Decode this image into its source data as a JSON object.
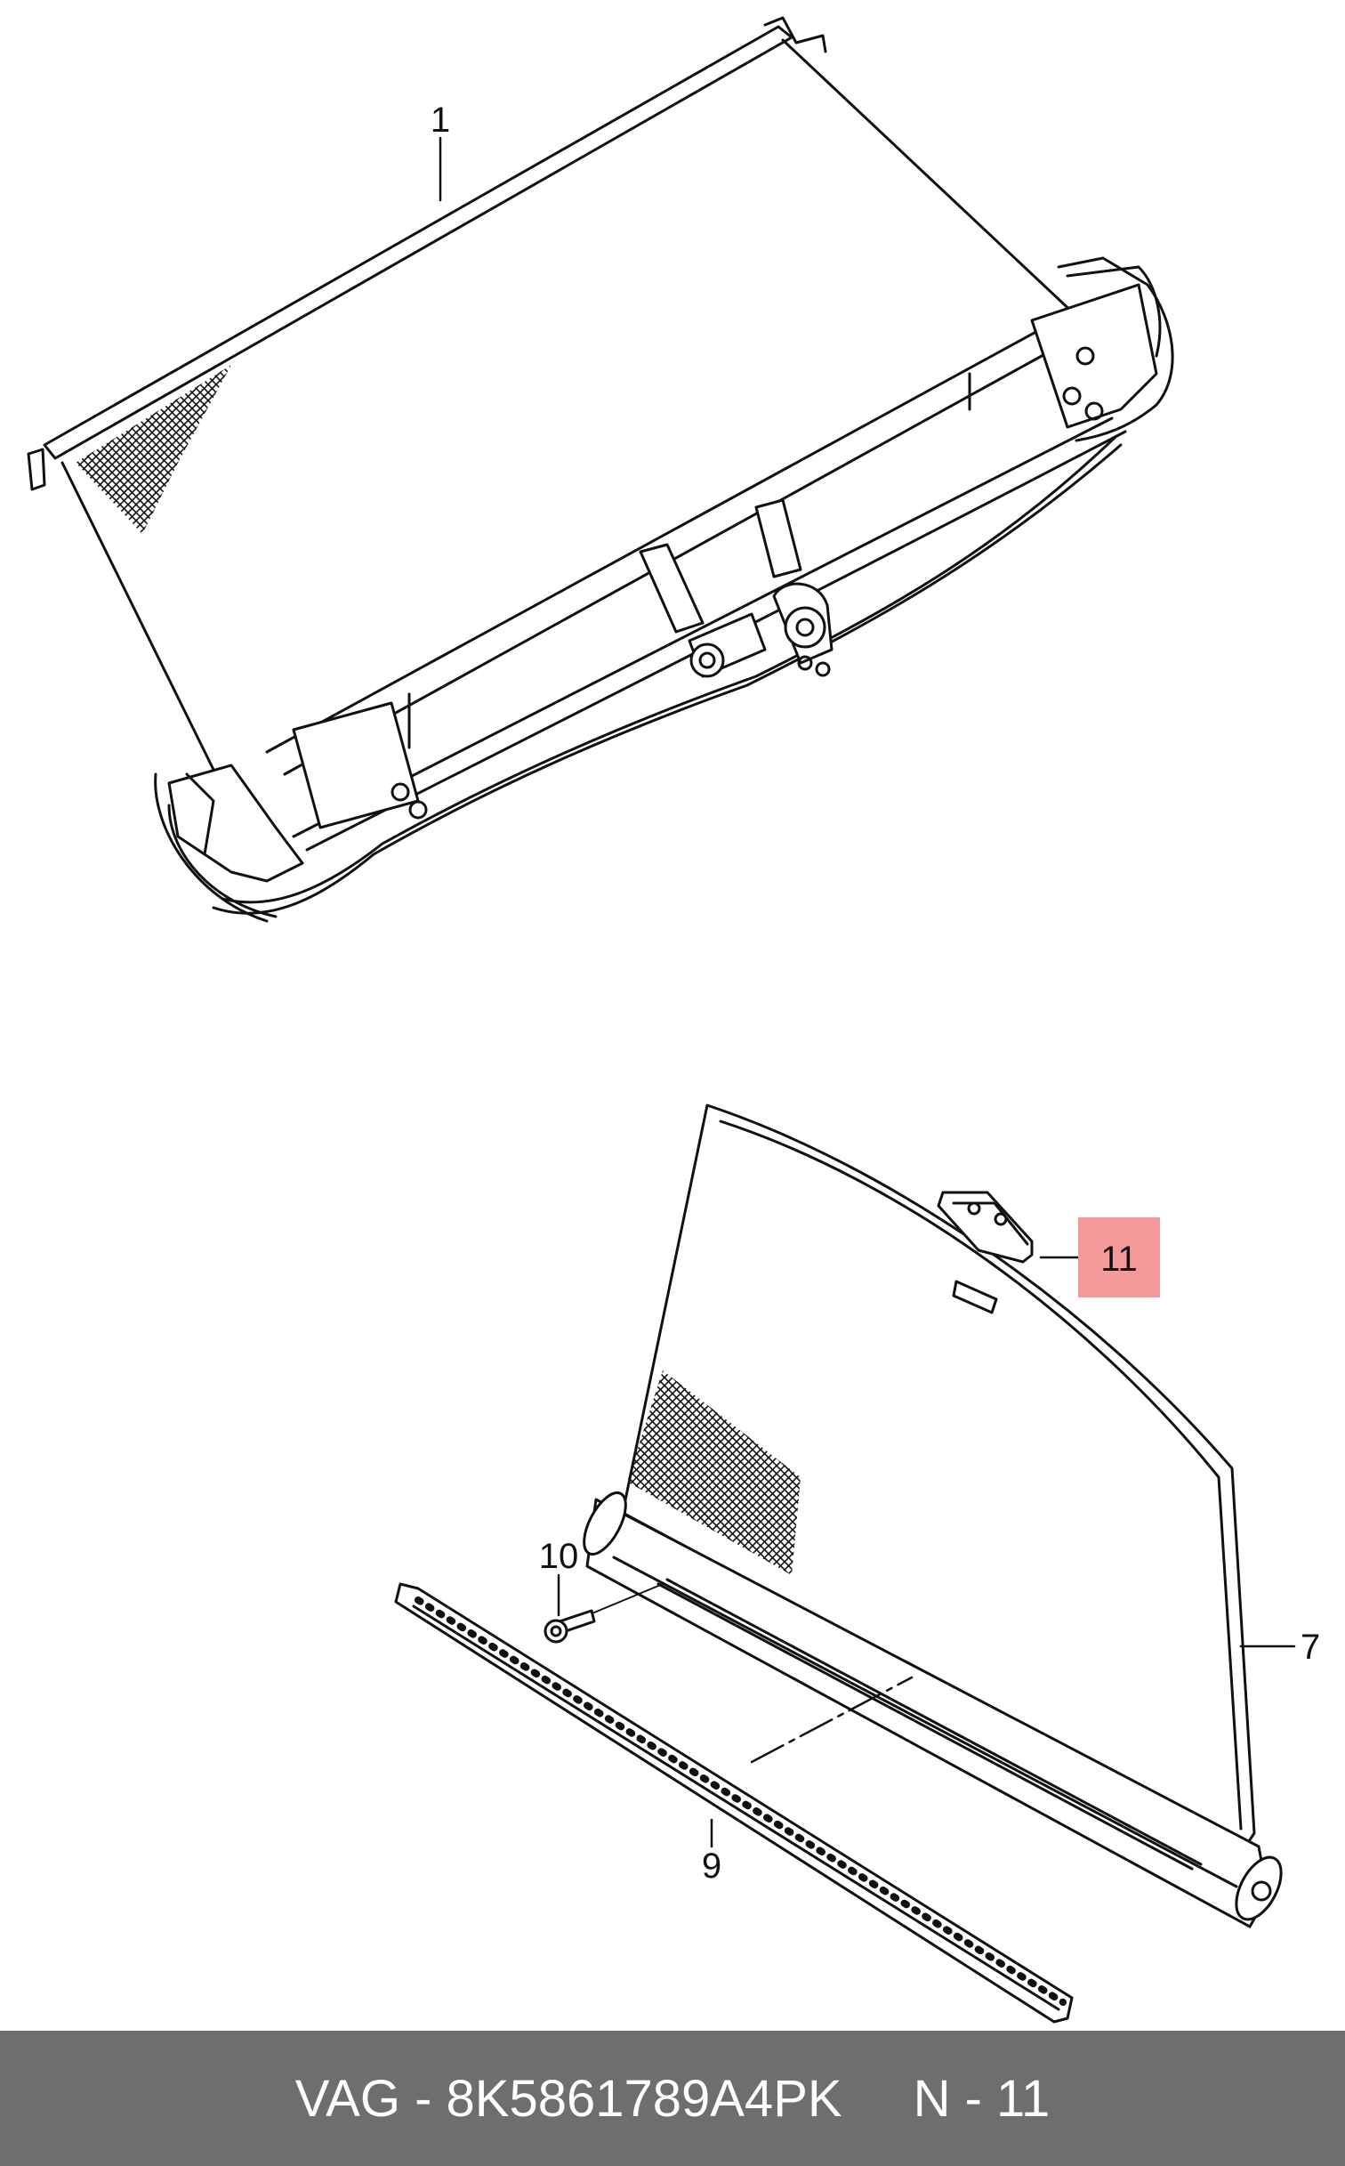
{
  "callouts": {
    "c1": "1",
    "c7": "7",
    "c9": "9",
    "c10": "10",
    "c11": "11"
  },
  "highlight_color": "#f59a9a",
  "footer": {
    "part_text": "VAG - 8K5861789A4PK",
    "ref_text": "N - 11"
  }
}
